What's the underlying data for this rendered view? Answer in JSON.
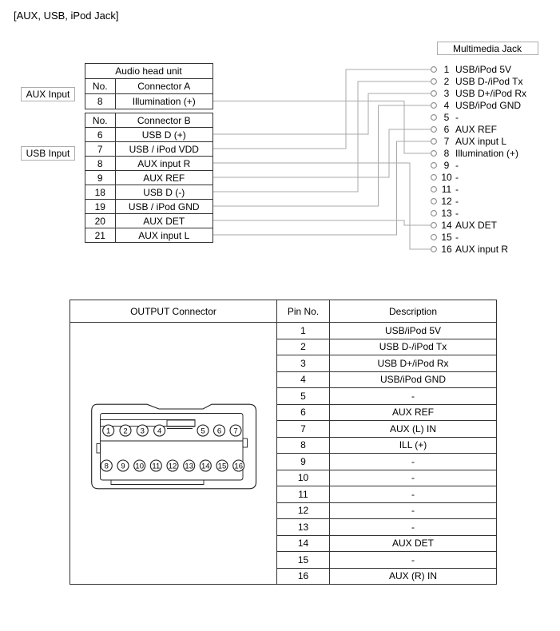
{
  "title": "[AUX, USB, iPod Jack]",
  "input_labels": {
    "aux": "AUX Input",
    "usb": "USB Input"
  },
  "head_unit_table": {
    "title": "Audio head unit",
    "connector_a": {
      "col_no": "No.",
      "col_name": "Connector A",
      "rows": [
        {
          "no": "8",
          "name": "Illumination (+)"
        }
      ]
    },
    "connector_b": {
      "col_no": "No.",
      "col_name": "Connector B",
      "rows": [
        {
          "no": "6",
          "name": "USB D (+)"
        },
        {
          "no": "7",
          "name": "USB / iPod VDD"
        },
        {
          "no": "8",
          "name": "AUX input R"
        },
        {
          "no": "9",
          "name": "AUX REF"
        },
        {
          "no": "18",
          "name": "USB D (-)"
        },
        {
          "no": "19",
          "name": "USB / iPod GND"
        },
        {
          "no": "20",
          "name": "AUX DET"
        },
        {
          "no": "21",
          "name": "AUX input L"
        }
      ]
    }
  },
  "multimedia_jack": {
    "label": "Multimedia Jack",
    "pins": [
      {
        "no": "1",
        "name": "USB/iPod 5V"
      },
      {
        "no": "2",
        "name": "USB D-/iPod Tx"
      },
      {
        "no": "3",
        "name": "USB D+/iPod Rx"
      },
      {
        "no": "4",
        "name": "USB/iPod GND"
      },
      {
        "no": "5",
        "name": "-"
      },
      {
        "no": "6",
        "name": "AUX REF"
      },
      {
        "no": "7",
        "name": "AUX input L"
      },
      {
        "no": "8",
        "name": "Illumination (+)"
      },
      {
        "no": "9",
        "name": "-"
      },
      {
        "no": "10",
        "name": "-"
      },
      {
        "no": "11",
        "name": "-"
      },
      {
        "no": "12",
        "name": "-"
      },
      {
        "no": "13",
        "name": "-"
      },
      {
        "no": "14",
        "name": "AUX DET"
      },
      {
        "no": "15",
        "name": "-"
      },
      {
        "no": "16",
        "name": "AUX input R"
      }
    ]
  },
  "connections": [
    {
      "from_connector": "A",
      "from_pin": "8",
      "signal": "Illumination (+)",
      "to_jack_pin": "8"
    },
    {
      "from_connector": "B",
      "from_pin": "6",
      "signal": "USB D (+)",
      "to_jack_pin": "3"
    },
    {
      "from_connector": "B",
      "from_pin": "7",
      "signal": "USB / iPod VDD",
      "to_jack_pin": "1"
    },
    {
      "from_connector": "B",
      "from_pin": "8",
      "signal": "AUX input R",
      "to_jack_pin": "16"
    },
    {
      "from_connector": "B",
      "from_pin": "9",
      "signal": "AUX REF",
      "to_jack_pin": "6"
    },
    {
      "from_connector": "B",
      "from_pin": "18",
      "signal": "USB D (-)",
      "to_jack_pin": "2"
    },
    {
      "from_connector": "B",
      "from_pin": "19",
      "signal": "USB / iPod GND",
      "to_jack_pin": "4"
    },
    {
      "from_connector": "B",
      "from_pin": "20",
      "signal": "AUX DET",
      "to_jack_pin": "14"
    },
    {
      "from_connector": "B",
      "from_pin": "21",
      "signal": "AUX input L",
      "to_jack_pin": "7"
    }
  ],
  "output_table": {
    "headers": {
      "connector": "OUTPUT Connector",
      "pin": "Pin No.",
      "description": "Description"
    },
    "rows": [
      {
        "pin": "1",
        "description": "USB/iPod 5V"
      },
      {
        "pin": "2",
        "description": "USB D-/iPod Tx"
      },
      {
        "pin": "3",
        "description": "USB D+/iPod Rx"
      },
      {
        "pin": "4",
        "description": "USB/iPod GND"
      },
      {
        "pin": "5",
        "description": "-"
      },
      {
        "pin": "6",
        "description": "AUX REF"
      },
      {
        "pin": "7",
        "description": "AUX (L) IN"
      },
      {
        "pin": "8",
        "description": "ILL (+)"
      },
      {
        "pin": "9",
        "description": "-"
      },
      {
        "pin": "10",
        "description": "-"
      },
      {
        "pin": "11",
        "description": "-"
      },
      {
        "pin": "12",
        "description": "-"
      },
      {
        "pin": "13",
        "description": "-"
      },
      {
        "pin": "14",
        "description": "AUX DET"
      },
      {
        "pin": "15",
        "description": "-"
      },
      {
        "pin": "16",
        "description": "AUX (R) IN"
      }
    ]
  },
  "connector_diagram": {
    "top_pins": [
      "1",
      "2",
      "3",
      "4",
      "5",
      "6",
      "7"
    ],
    "bottom_pins": [
      "8",
      "9",
      "10",
      "11",
      "12",
      "13",
      "14",
      "15",
      "16"
    ]
  },
  "colors": {
    "wire": "#a8a8a8",
    "table_border": "#333333",
    "label_border": "#adadad"
  }
}
